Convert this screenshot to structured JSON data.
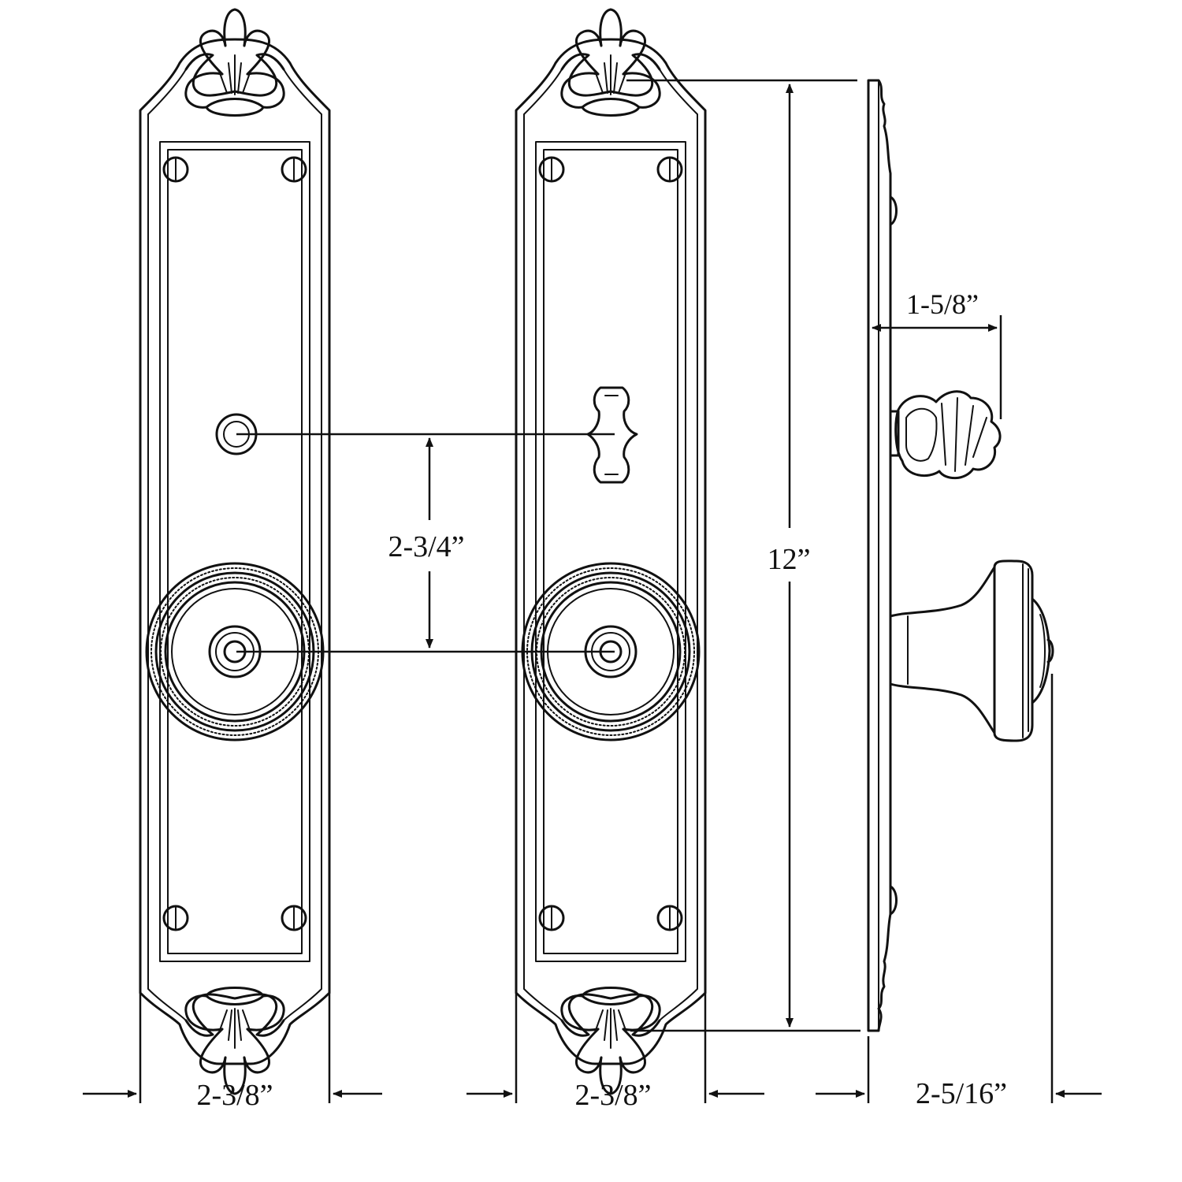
{
  "dimensions": {
    "backset": "2-3/4”",
    "height": "12”",
    "turn_projection": "1-5/8”",
    "plate_width_left": "2-3/8”",
    "plate_width_right": "2-3/8”",
    "knob_projection": "2-5/16”"
  },
  "colors": {
    "line": "#111111",
    "background": "#ffffff"
  }
}
